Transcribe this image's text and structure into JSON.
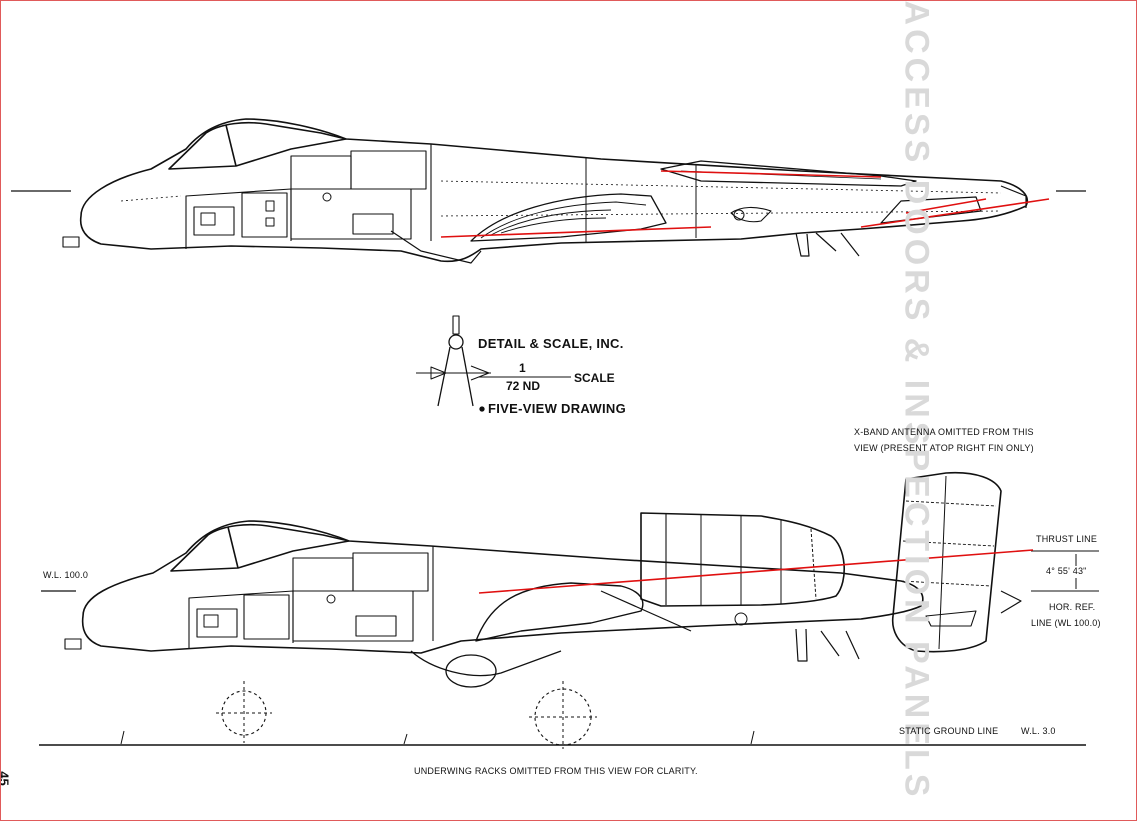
{
  "publisher": {
    "name": "DETAIL & SCALE, INC.",
    "scale_numerator": "1",
    "scale_denominator": "72 ND",
    "scale_word": "SCALE",
    "drawing_type": "FIVE-VIEW DRAWING"
  },
  "notes": {
    "xband": "X-BAND ANTENNA OMITTED FROM THIS",
    "xband_line2": "VIEW (PRESENT ATOP RIGHT FIN ONLY)",
    "underwing": "UNDERWING RACKS OMITTED FROM THIS VIEW FOR CLARITY."
  },
  "labels": {
    "wl_100": "W.L. 100.0",
    "thrust_line": "THRUST LINE",
    "angle": "4° 55' 43\"",
    "hor_ref": "HOR. REF.",
    "hor_ref_line": "LINE (WL 100.0)",
    "static_ground": "STATIC GROUND LINE",
    "wl_3": "W.L. 3.0"
  },
  "page_number": "45",
  "ghost_text": "ACCESS DOORS & INSPECTION PANELS",
  "colors": {
    "ink": "#111111",
    "annotation_red": "#e01010",
    "border": "#e05a5a"
  }
}
